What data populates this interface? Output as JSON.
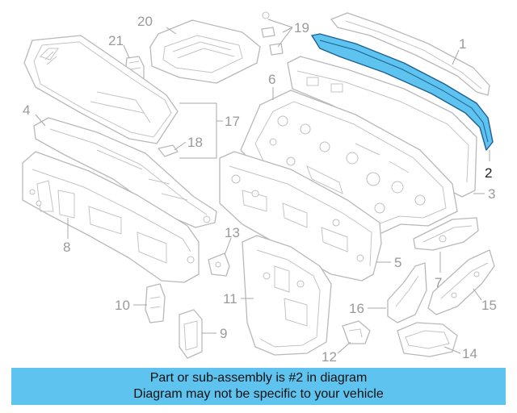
{
  "diagram": {
    "highlighted_part": "2",
    "highlight_color": "#5ec3ee",
    "callouts": {
      "c1": "1",
      "c2": "2",
      "c3": "3",
      "c4": "4",
      "c5": "5",
      "c6": "6",
      "c7": "7",
      "c8": "8",
      "c9": "9",
      "c10": "10",
      "c11": "11",
      "c12": "12",
      "c13": "13",
      "c14": "14",
      "c15": "15",
      "c16": "16",
      "c17": "17",
      "c18": "18",
      "c19": "19",
      "c20": "20",
      "c21": "21"
    }
  },
  "banner": {
    "line1": "Part or sub-assembly is #2 in diagram",
    "line2": "Diagram may not be specific to your vehicle",
    "color": "#5ec3ee"
  }
}
